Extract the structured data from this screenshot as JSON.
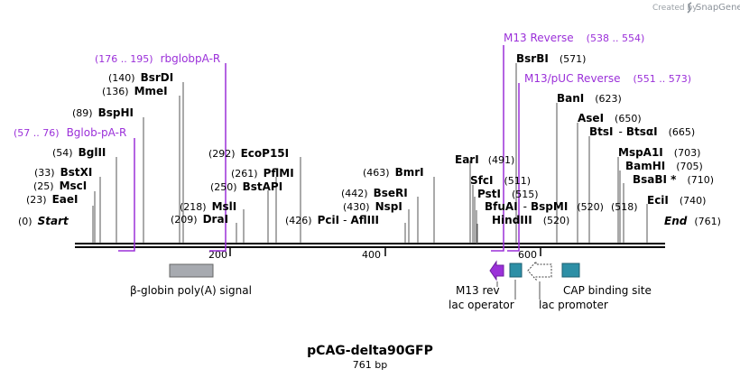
{
  "credit": {
    "prefix": "Created by",
    "brand": "SnapGene"
  },
  "plasmid": {
    "name": "pCAG-delta90GFP",
    "length_label": "761 bp"
  },
  "ends": [
    {
      "pos": "(0)",
      "name": "Start"
    },
    {
      "pos": "(761)",
      "name": "End"
    }
  ],
  "ticks": [
    "200",
    "400",
    "600"
  ],
  "sites": [
    {
      "pos": "(23)",
      "name": "EaeI"
    },
    {
      "pos": "(25)",
      "name": "MscI"
    },
    {
      "pos": "(33)",
      "name": "BstXI"
    },
    {
      "pos": "(54)",
      "name": "BglII"
    },
    {
      "pos": "(89)",
      "name": "BspHI"
    },
    {
      "pos": "(136)",
      "name": "MmeI"
    },
    {
      "pos": "(140)",
      "name": "BsrDI"
    },
    {
      "pos": "(209)",
      "name": "DraI"
    },
    {
      "pos": "(218)",
      "name": "MslI"
    },
    {
      "pos": "(250)",
      "name": "BstAPI"
    },
    {
      "pos": "(261)",
      "name": "PflMI"
    },
    {
      "pos": "(292)",
      "name": "EcoP15I"
    },
    {
      "pos": "(426)",
      "name": "PciI",
      "name2": "AflIII"
    },
    {
      "pos": "(430)",
      "name": "NspI"
    },
    {
      "pos": "(442)",
      "name": "BseRI"
    },
    {
      "pos": "(463)",
      "name": "BmrI"
    },
    {
      "pos": "(491)",
      "name": "EarI"
    },
    {
      "pos": "(511)",
      "name": "SfcI"
    },
    {
      "pos": "(515)",
      "name": "PstI"
    },
    {
      "pos": "(518)",
      "name": "BfuAI",
      "name2": "BspMI"
    },
    {
      "pos": "(520)",
      "name": "HindIII"
    },
    {
      "pos": "(571)",
      "name": "BsrBI"
    },
    {
      "pos": "(623)",
      "name": "BanI"
    },
    {
      "pos": "(650)",
      "name": "AseI"
    },
    {
      "pos": "(665)",
      "name": "BtsI",
      "name2": "BtsαI"
    },
    {
      "pos": "(703)",
      "name": "MspA1I"
    },
    {
      "pos": "(705)",
      "name": "BamHI"
    },
    {
      "pos": "(710)",
      "name": "BsaBI *"
    },
    {
      "pos": "(740)",
      "name": "EciI"
    }
  ],
  "primers": [
    {
      "pos": "(57 .. 76)",
      "name": "Bglob-pA-R"
    },
    {
      "pos": "(176 .. 195)",
      "name": "rbglobpA-R"
    },
    {
      "name": "M13 Reverse",
      "pos": "(538 .. 554)"
    },
    {
      "name": "M13/pUC Reverse",
      "pos": "(551 .. 573)"
    }
  ],
  "features": [
    {
      "name": "β-globin poly(A) signal",
      "color": "#a7aab0",
      "shape": "box"
    },
    {
      "name": "M13 rev",
      "color": "#9b30d9",
      "shape": "arrow-left"
    },
    {
      "name": "lac operator",
      "color": "#2d8fa6",
      "shape": "box"
    },
    {
      "name": "lac promoter",
      "color": "#ffffff",
      "shape": "arrow-left-outline"
    },
    {
      "name": "CAP binding site",
      "color": "#2d8fa6",
      "shape": "box"
    }
  ],
  "colors": {
    "primer": "#9b30d9",
    "backbone": "#000000",
    "site_line": "#555555"
  }
}
